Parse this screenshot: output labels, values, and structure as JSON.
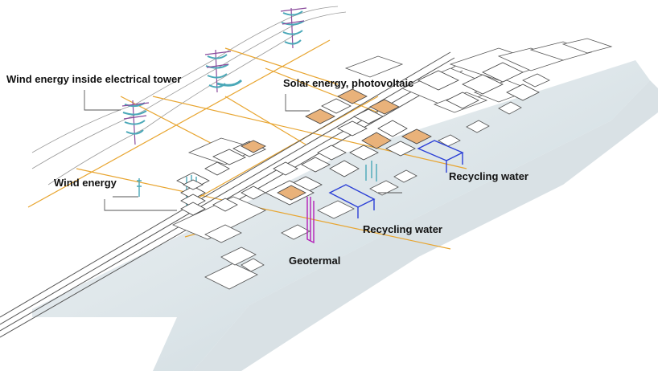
{
  "labels": {
    "wind_tower": "Wind energy inside electrical tower",
    "solar": "Solar energy, photovoltaic",
    "wind": "Wind energy",
    "recycling_1": "Recycling water",
    "recycling_2": "Recycling water",
    "geotermal": "Geotermal"
  },
  "colors": {
    "grid": "#e8a530",
    "water": "#2b3fd6",
    "geothermal": "#b31fb8",
    "ground": "#dfe7ea",
    "ground_shadow": "#c3d0d6",
    "wind": "#4aa8b8",
    "tower": "#8a4b9c",
    "leader": "#555555",
    "roof_accent": "#e9b27a"
  }
}
